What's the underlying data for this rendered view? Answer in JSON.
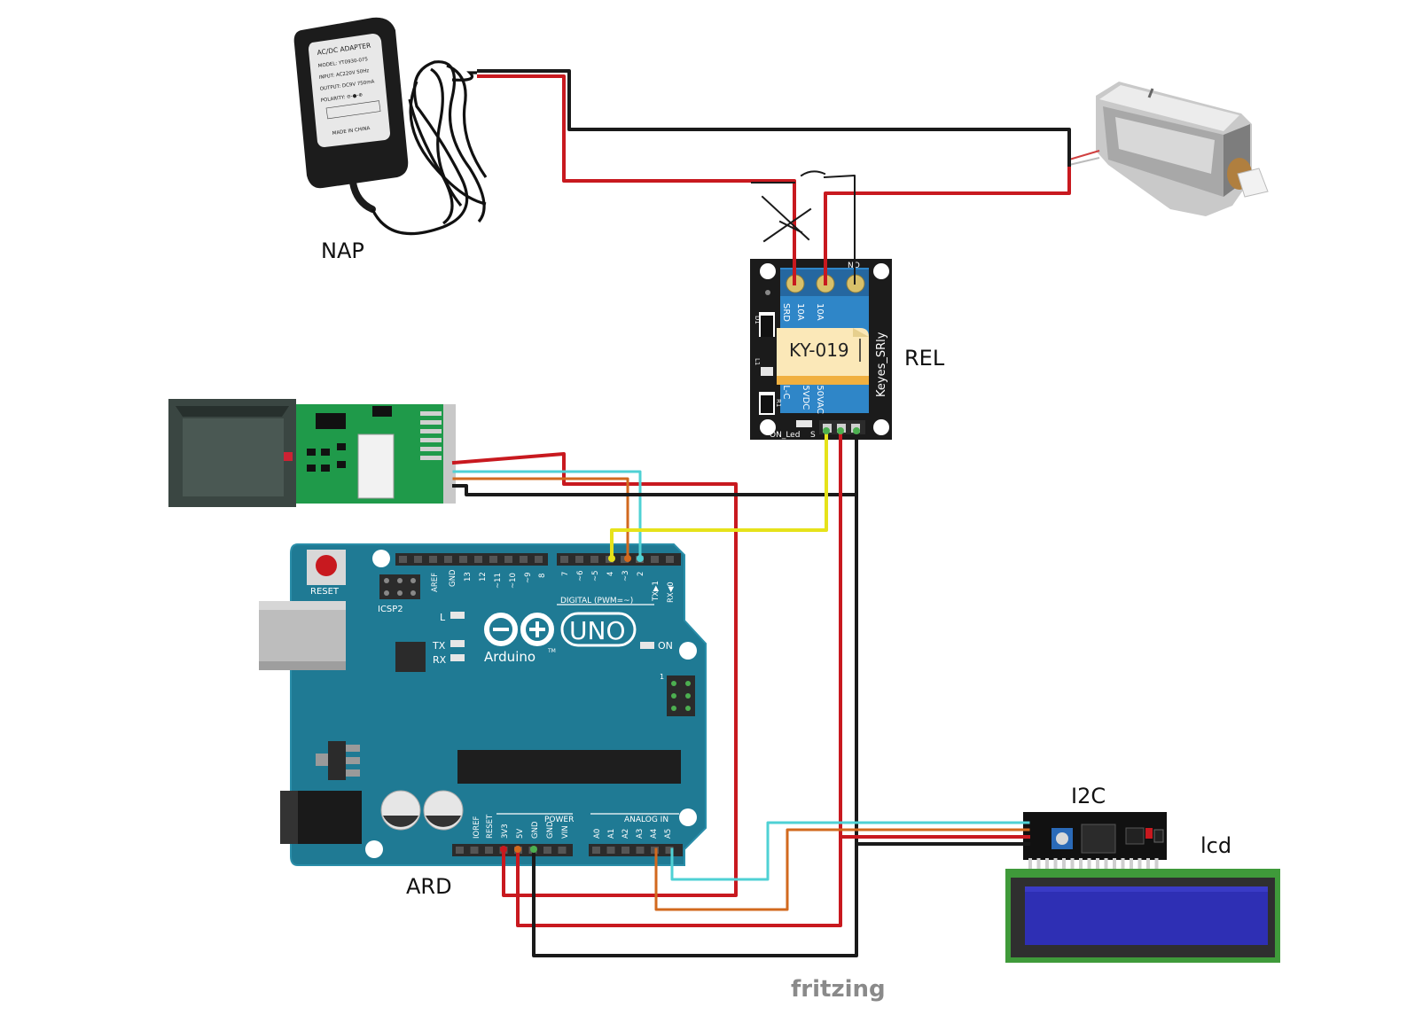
{
  "labels": {
    "adapter": "NAP",
    "relay": "REL",
    "arduino": "ARD",
    "i2c": "I2C",
    "lcd": "lcd",
    "watermark": "fritzing"
  },
  "adapter": {
    "lines": [
      "AC/DC ADAPTER",
      "MODEL: YT0930-075",
      "INPUT: AC220V 50Hz",
      "OUTPUT: DC9V 750mA",
      "POLARITY: ⊖-●-⊕",
      "MADE IN CHINA"
    ]
  },
  "relay": {
    "module_label": "KY-019",
    "board_text": "Keyes_SRly",
    "led_label": "ON_Led",
    "pin_label": "S",
    "terminal_label": "NO",
    "side_labels": [
      "SRD",
      "10A",
      "10A",
      "05VDC",
      "250VAC",
      "SL-C"
    ],
    "parts": [
      "D1",
      "R1",
      "L1"
    ]
  },
  "arduino": {
    "model": "UNO",
    "brand": "Arduino",
    "tm": "TM",
    "reset_label": "RESET",
    "icsp_label": "ICSP2",
    "digital_label": "DIGITAL (PWM=~)",
    "power_label": "POWER",
    "analog_label": "ANALOG IN",
    "led_l": "L",
    "led_tx": "TX",
    "led_rx": "RX",
    "led_on": "ON",
    "icsp_pin1": "1",
    "digital_pins_left": [
      "AREF",
      "GND",
      "13",
      "12",
      "~11",
      "~10",
      "~9",
      "8"
    ],
    "digital_pins_right": [
      "7",
      "~6",
      "~5",
      "4",
      "~3",
      "2",
      "TX▶1",
      "RX◀0"
    ],
    "power_pins": [
      "IOREF",
      "RESET",
      "3V3",
      "5V",
      "GND",
      "GND",
      "VIN"
    ],
    "analog_pins": [
      "A0",
      "A1",
      "A2",
      "A3",
      "A4",
      "A5"
    ]
  },
  "colors": {
    "wire_red": "#c8191f",
    "wire_black": "#1a1a1a",
    "wire_yellow": "#e6e21a",
    "wire_cyan": "#4fd1d4",
    "wire_orange": "#d2691e",
    "arduino_board": "#1f7a94",
    "relay_blue": "#2f86c8",
    "lcd_green": "#3f9a3a",
    "lcd_screen": "#2e2fb4"
  }
}
